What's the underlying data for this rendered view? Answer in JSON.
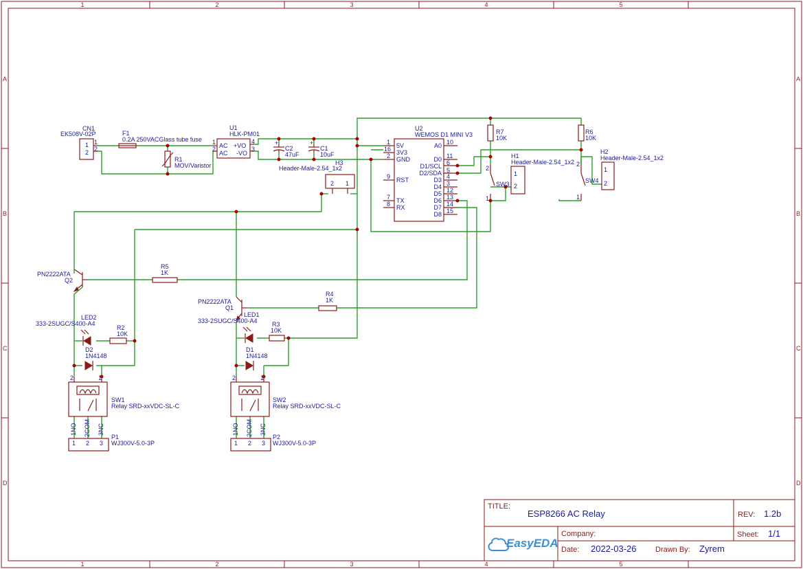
{
  "sheet": {
    "columns": [
      "1",
      "2",
      "3",
      "4",
      "5"
    ],
    "rows": [
      "A",
      "B",
      "C",
      "D"
    ]
  },
  "title_block": {
    "title_label": "TITLE:",
    "title": "ESP8266 AC Relay",
    "rev_label": "REV:",
    "rev": "1.2b",
    "company_label": "Company:",
    "company": "",
    "sheet_label": "Sheet:",
    "sheet": "1/1",
    "date_label": "Date:",
    "date": "2022-03-26",
    "drawn_label": "Drawn By:",
    "drawn_by": "Zyrem",
    "logo": "EasyEDA"
  },
  "components": {
    "cn1": {
      "ref": "CN1",
      "value": "EK508V-02P",
      "pins": [
        "1",
        "2"
      ]
    },
    "f1": {
      "ref": "F1",
      "value": "0.2A 250VACGlass tube fuse"
    },
    "r1": {
      "ref": "R1",
      "value": "MOV/Varistor"
    },
    "u1": {
      "ref": "U1",
      "value": "HLK-PM01",
      "pins": [
        "1",
        "2",
        "4",
        "3"
      ],
      "pin_names": [
        "AC",
        "AC",
        "+VO",
        "-VO"
      ]
    },
    "c2": {
      "ref": "C2",
      "value": "47uF"
    },
    "c1": {
      "ref": "C1",
      "value": "10uF"
    },
    "h3": {
      "ref": "H3",
      "value": "Header-Male-2.54_1x2",
      "pins": [
        "2",
        "1"
      ]
    },
    "u2": {
      "ref": "U2",
      "value": "WEMOS D1 MINI V3",
      "left_pins": [
        [
          "1",
          "5V"
        ],
        [
          "16",
          "3V3"
        ],
        [
          "2",
          "GND"
        ],
        [
          "9",
          "RST"
        ],
        [
          "7",
          "TX"
        ],
        [
          "8",
          "RX"
        ]
      ],
      "right_pins": [
        [
          "10",
          "A0"
        ],
        [
          "11",
          "D0"
        ],
        [
          "6",
          "D1/SCL"
        ],
        [
          "5",
          "D2/SDA"
        ],
        [
          "4",
          "D3"
        ],
        [
          "3",
          "D4"
        ],
        [
          "12",
          "D5"
        ],
        [
          "13",
          "D6"
        ],
        [
          "14",
          "D7"
        ],
        [
          "15",
          "D8"
        ]
      ]
    },
    "r7": {
      "ref": "R7",
      "value": "10K"
    },
    "r6": {
      "ref": "R6",
      "value": "10K"
    },
    "h1": {
      "ref": "H1",
      "value": "Header-Male-2.54_1x2",
      "pins": [
        "1",
        "2"
      ]
    },
    "h2": {
      "ref": "H2",
      "value": "Header-Male-2.54_1x2",
      "pins": [
        "1",
        "2"
      ]
    },
    "sw3": {
      "ref": "SW3",
      "pins": [
        "2",
        "1"
      ]
    },
    "sw4": {
      "ref": "SW4",
      "pins": [
        "2",
        "1"
      ]
    },
    "q2": {
      "ref": "Q2",
      "value": "PN2222ATA"
    },
    "q1": {
      "ref": "Q1",
      "value": "PN2222ATA"
    },
    "r5": {
      "ref": "R5",
      "value": "1K"
    },
    "r4": {
      "ref": "R4",
      "value": "1K"
    },
    "led2": {
      "ref": "LED2",
      "value": "333-2SUGC/S400-A4"
    },
    "led1": {
      "ref": "LED1",
      "value": "333-2SUGC/S400-A4"
    },
    "r2": {
      "ref": "R2",
      "value": "10K"
    },
    "r3": {
      "ref": "R3",
      "value": "10K"
    },
    "d2": {
      "ref": "D2",
      "value": "1N4148"
    },
    "d1": {
      "ref": "D1",
      "value": "1N4148"
    },
    "sw1": {
      "ref": "SW1",
      "value": "Relay SRD-xxVDC-SL-C",
      "coil_pins": [
        "2",
        "1"
      ],
      "contacts": [
        "1NO",
        "2COM",
        "3NC"
      ]
    },
    "sw2": {
      "ref": "SW2",
      "value": "Relay SRD-xxVDC-SL-C",
      "coil_pins": [
        "2",
        "1"
      ],
      "contacts": [
        "1NO",
        "2COM",
        "3NC"
      ]
    },
    "p1": {
      "ref": "P1",
      "value": "WJ300V-5.0-3P",
      "pins": [
        "1",
        "2",
        "3"
      ]
    },
    "p2": {
      "ref": "P2",
      "value": "WJ300V-5.0-3P",
      "pins": [
        "1",
        "2",
        "3"
      ]
    }
  },
  "colors": {
    "wire": "#2aa02a",
    "symbol": "#8c1a1a",
    "text": "#1a1a9c",
    "junction": "#b00000",
    "logo": "#3a8fd6"
  }
}
